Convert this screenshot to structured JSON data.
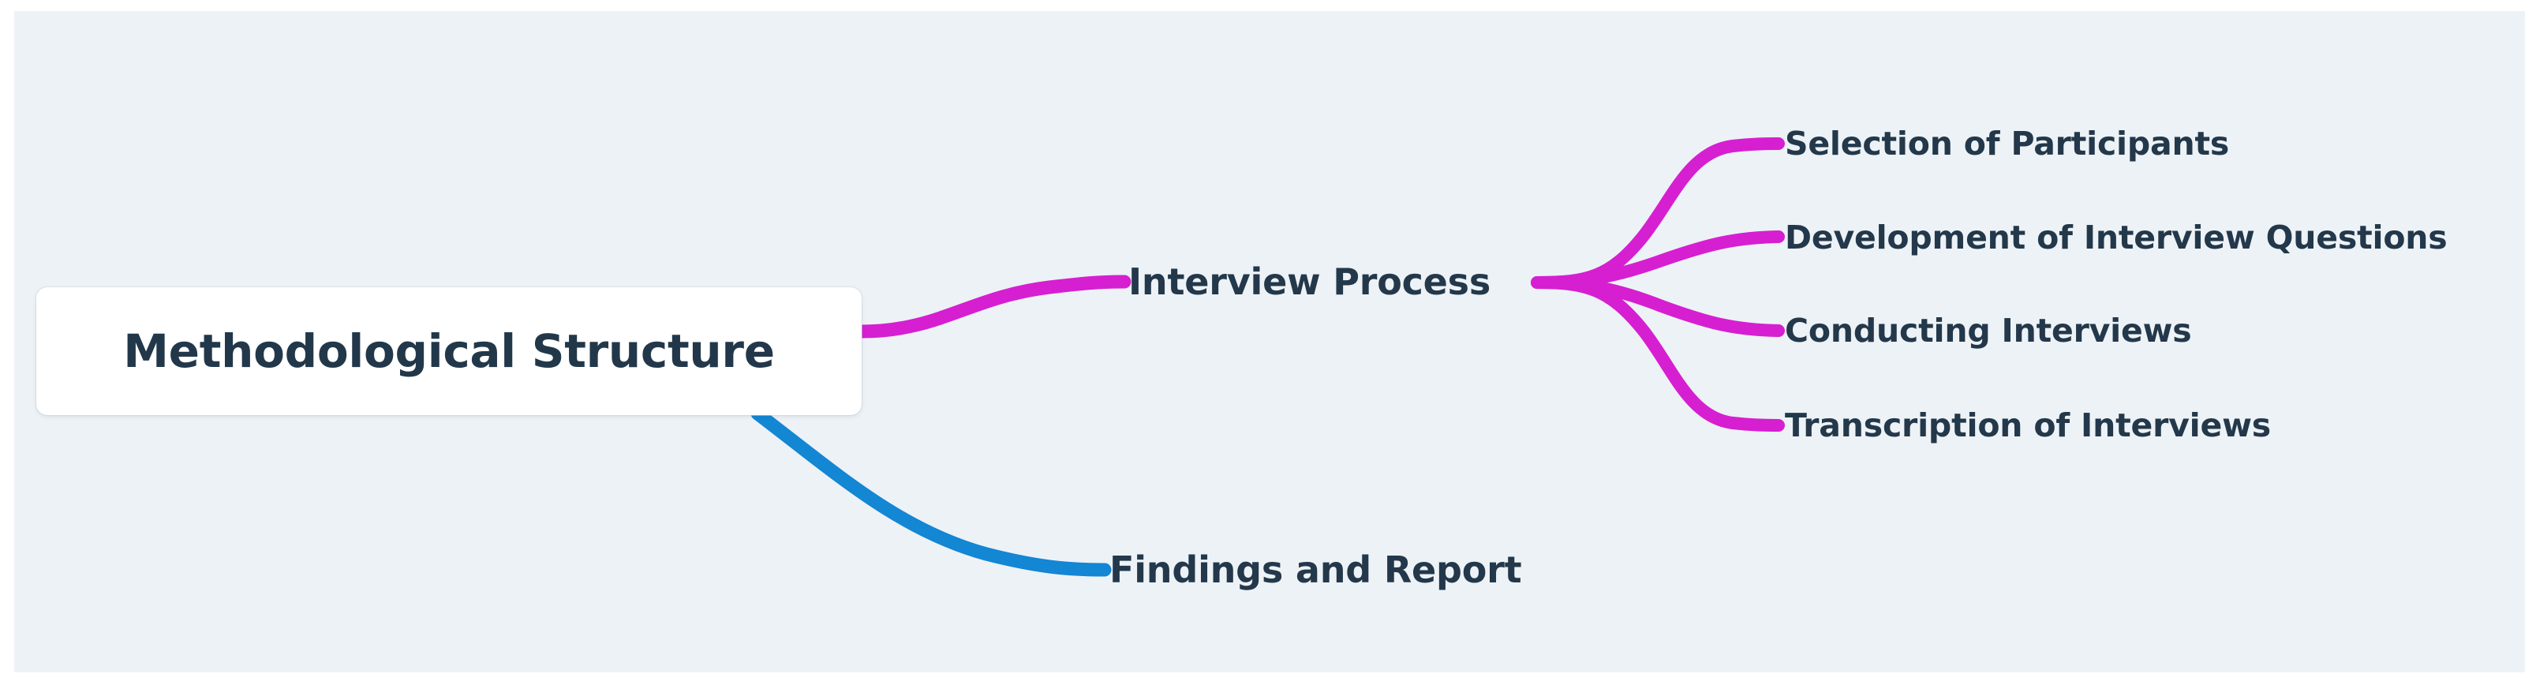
{
  "diagram": {
    "type": "mindmap",
    "title": "Methodological Structure",
    "background_color": "#edf2f6",
    "page_color": "#ffffff",
    "text_color": "#23384a",
    "root": {
      "label": "Methodological Structure",
      "shape": "rounded-rectangle",
      "fill": "#ffffff"
    },
    "branches": [
      {
        "id": "interview-process",
        "label": "Interview Process",
        "color": "#d61fd1",
        "children": [
          {
            "id": "selection-of-participants",
            "label": "Selection of Participants",
            "color": "#d61fd1"
          },
          {
            "id": "development-of-interview-questions",
            "label": "Development of Interview Questions",
            "color": "#d61fd1"
          },
          {
            "id": "conducting-interviews",
            "label": "Conducting Interviews",
            "color": "#d61fd1"
          },
          {
            "id": "transcription-of-interviews",
            "label": "Transcription of Interviews",
            "color": "#d61fd1"
          }
        ]
      },
      {
        "id": "findings-and-report",
        "label": "Findings and Report",
        "color": "#1386d4",
        "children": []
      }
    ]
  }
}
